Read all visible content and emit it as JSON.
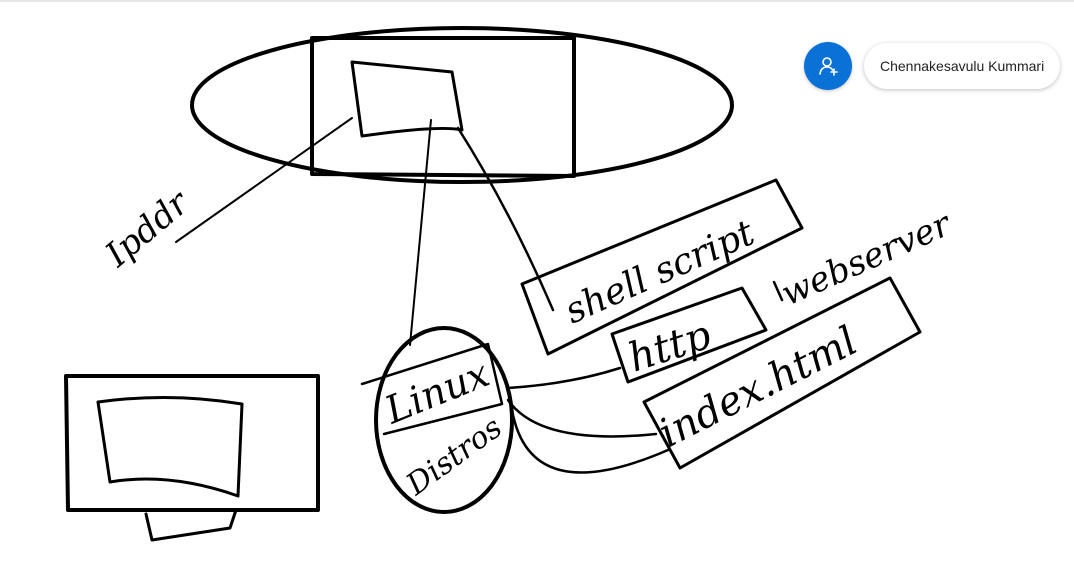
{
  "colors": {
    "accent": "#0a72d6",
    "ink": "#000000"
  },
  "collaborator": {
    "name": "Chennakesavulu Kummari",
    "icon": "add-person-icon"
  },
  "sketch_labels": {
    "ipaddr": "Ipddr",
    "shell_script": "shell script",
    "http": "http",
    "webserver": "webserver",
    "linux": "Linux",
    "distros": "Distros",
    "index_html": "index.html"
  }
}
